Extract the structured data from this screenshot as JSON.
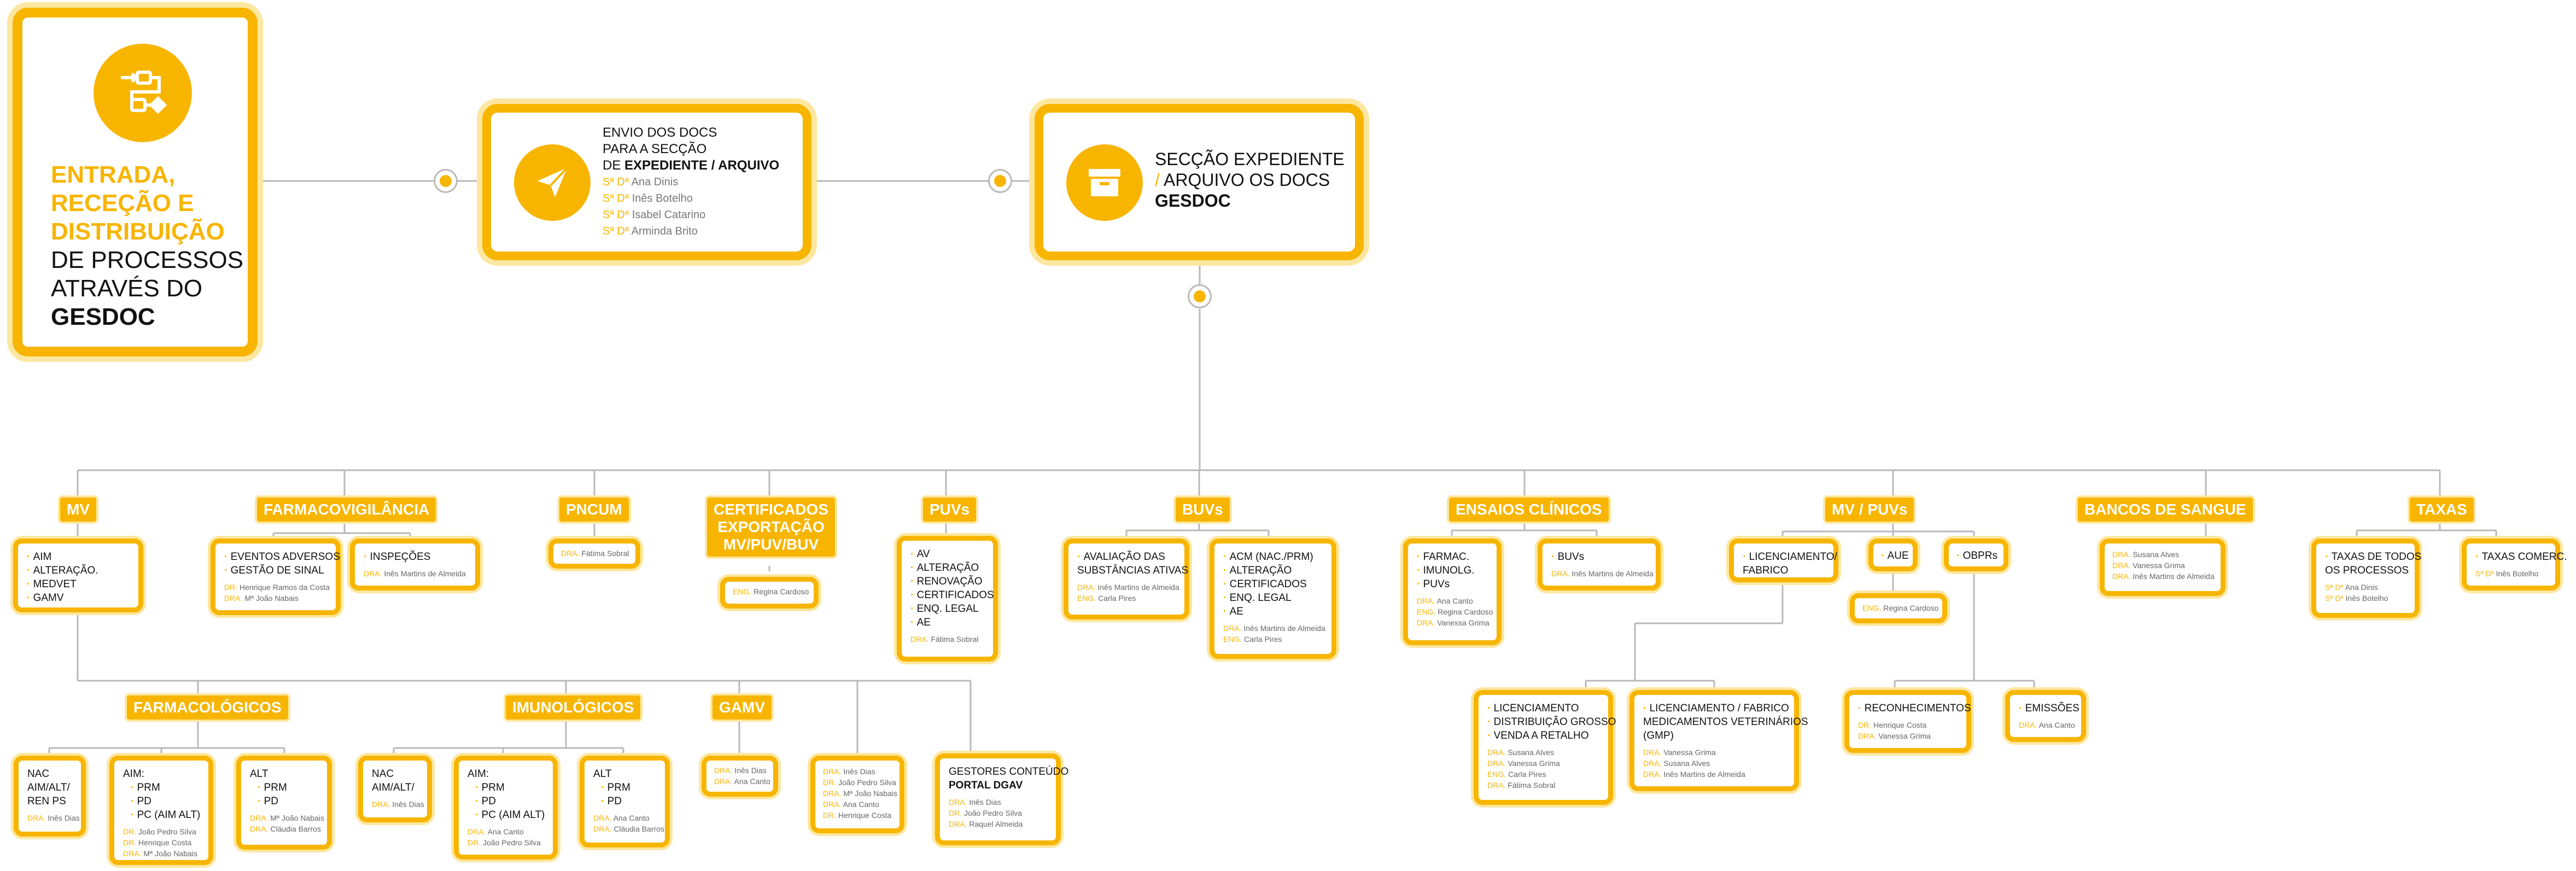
{
  "main_box": {
    "line1": "ENTRADA,",
    "line2": "RECEÇÃO E",
    "line3": "DISTRIBUIÇÃO",
    "line4": "DE PROCESSOS",
    "line5": "ATRAVÉS DO",
    "line6": "GESDOC",
    "icon": "workflow-icon"
  },
  "envio_box": {
    "line1": "ENVIO DOS DOCS",
    "line2": "PARA A SECÇÃO",
    "line3_pre": "DE ",
    "line3_bold": "EXPEDIENTE / ARQUIVO",
    "icon": "send-icon",
    "people": [
      {
        "role": "Sª Dª",
        "name": "Ana Dinis"
      },
      {
        "role": "Sª Dª",
        "name": "Inês Botelho"
      },
      {
        "role": "Sª Dª",
        "name": "Isabel Catarino"
      },
      {
        "role": "Sª Dª",
        "name": "Arminda Brito"
      }
    ]
  },
  "seccao_box": {
    "line1": "SECÇÃO EXPEDIENTE",
    "line2_slash": "/",
    "line2": " ARQUIVO OS DOCS",
    "line3": "GESDOC",
    "icon": "archive-icon"
  },
  "headers": {
    "mv": "MV",
    "farmacovigilancia": "FARMACOVIGILÂNCIA",
    "pncum": "PNCUM",
    "certificados": [
      "CERTIFICADOS",
      "EXPORTAÇÃO",
      "MV/PUV/BUV"
    ],
    "puvs": "PUVs",
    "buvs": "BUVs",
    "ensaios": "ENSAIOS CLÍNICOS",
    "mv_puvs": "MV / PUVs",
    "bancos": "BANCOS DE SANGUE",
    "taxas": "TAXAS",
    "farmacologicos": "FARMACOLÓGICOS",
    "imunologicos": "IMUNOLÓGICOS",
    "gamv": "GAMV"
  },
  "cards": {
    "mv_list": {
      "items": [
        "AIM",
        "ALTERAÇÃO.",
        "MEDVET",
        "GAMV"
      ]
    },
    "farmaco_eventos": {
      "items": [
        "EVENTOS ADVERSOS",
        "GESTÃO DE SINAL"
      ],
      "people": [
        {
          "role": "DR.",
          "name": "Henrique Ramos da Costa"
        },
        {
          "role": "DRA.",
          "name": "Mª João Nabais"
        }
      ]
    },
    "farmaco_inspecoes": {
      "items": [
        "INSPEÇÕES"
      ],
      "people": [
        {
          "role": "DRA.",
          "name": "Inês Martins de Almeida"
        }
      ]
    },
    "pncum": {
      "people": [
        {
          "role": "DRA.",
          "name": "Fátima Sobral"
        }
      ]
    },
    "certificados": {
      "people": [
        {
          "role": "ENG.",
          "name": "Regina Cardoso"
        }
      ]
    },
    "puvs": {
      "items": [
        "AV",
        "ALTERAÇÃO",
        "RENOVAÇÃO",
        "CERTIFICADOS",
        "ENQ. LEGAL",
        "AE"
      ],
      "people": [
        {
          "role": "DRA.",
          "name": "Fátima Sobral"
        }
      ]
    },
    "buvs_avaliacao": {
      "items": [
        "AVALIAÇÃO DAS",
        "SUBSTÂNCIAS ATIVAS"
      ],
      "people": [
        {
          "role": "DRA.",
          "name": "Inês Martins de Almeida"
        },
        {
          "role": "ENG.",
          "name": "Carla Pires"
        }
      ]
    },
    "buvs_acm": {
      "items": [
        "ACM (NAC./PRM)",
        "ALTERAÇÃO",
        "CERTIFICADOS",
        "ENQ. LEGAL",
        "AE"
      ],
      "people": [
        {
          "role": "DRA.",
          "name": "Inês Martins de Almeida"
        },
        {
          "role": "ENG.",
          "name": "Carla Pires"
        }
      ]
    },
    "ensaios_farmac": {
      "items": [
        "FARMAC.",
        "IMUNOLG.",
        "PUVs"
      ],
      "people": [
        {
          "role": "DRA.",
          "name": "Ana Canto"
        },
        {
          "role": "ENG.",
          "name": "Regina Cardoso"
        },
        {
          "role": "DRA.",
          "name": "Vanessa Grima"
        }
      ]
    },
    "ensaios_buvs": {
      "items": [
        "BUVs"
      ],
      "people": [
        {
          "role": "DRA.",
          "name": "Inês Martins de Almeida"
        }
      ]
    },
    "mvpuvs_lic": {
      "items": [
        "LICENCIAMENTO/",
        "FABRICO"
      ]
    },
    "mvpuvs_aue": {
      "items": [
        "AUE"
      ]
    },
    "mvpuvs_obprs": {
      "items": [
        "OBPRs"
      ]
    },
    "aue_person": {
      "people": [
        {
          "role": "ENG.",
          "name": "Regina Cardoso"
        }
      ]
    },
    "bancos": {
      "people": [
        {
          "role": "DRA.",
          "name": "Susana Alves"
        },
        {
          "role": "DRA.",
          "name": "Vanessa Grima"
        },
        {
          "role": "DRA.",
          "name": "Inês Martins de Almeida"
        }
      ]
    },
    "taxas_todos": {
      "items": [
        "TAXAS DE TODOS",
        "OS PROCESSOS"
      ],
      "people": [
        {
          "role": "Sª Dª",
          "name": "Ana Dinis"
        },
        {
          "role": "Sª Dª",
          "name": "Inês Botelho"
        }
      ]
    },
    "taxas_comerc": {
      "items": [
        "TAXAS COMERC."
      ],
      "people": [
        {
          "role": "Sª Dª",
          "name": "Inês Botelho"
        }
      ]
    },
    "lic_grosso": {
      "items": [
        "LICENCIAMENTO",
        "DISTRIBUIÇÃO GROSSO",
        "VENDA A RETALHO"
      ],
      "people": [
        {
          "role": "DRA.",
          "name": "Susana Alves"
        },
        {
          "role": "DRA.",
          "name": "Vanessa Grima"
        },
        {
          "role": "ENG.",
          "name": "Carla Pires"
        },
        {
          "role": "DRA.",
          "name": "Fátima Sobral"
        }
      ]
    },
    "lic_fabrico": {
      "items": [
        "LICENCIAMENTO / FABRICO",
        "MEDICAMENTOS VETERINÁRIOS",
        "(GMP)"
      ],
      "people": [
        {
          "role": "DRA.",
          "name": "Vanessa Grima"
        },
        {
          "role": "DRA.",
          "name": "Susana Alves"
        },
        {
          "role": "DRA.",
          "name": "Inês Martins de Almeida"
        }
      ]
    },
    "reconhecimentos": {
      "items": [
        "RECONHECIMENTOS"
      ],
      "people": [
        {
          "role": "DR.",
          "name": "Henrique Costa"
        },
        {
          "role": "DRA.",
          "name": "Vanessa Grima"
        }
      ]
    },
    "emissoes": {
      "items": [
        "EMISSÕES"
      ],
      "people": [
        {
          "role": "DRA.",
          "name": "Ana Canto"
        }
      ]
    },
    "farm_nac": {
      "items": [
        "NAC",
        "AIM/ALT/",
        "REN PS"
      ],
      "people": [
        {
          "role": "DRA.",
          "name": "Inês Dias"
        }
      ]
    },
    "farm_aim": {
      "items": [
        "AIM:",
        "PRM",
        "PD",
        "PC (AIM ALT)"
      ],
      "people": [
        {
          "role": "DR.",
          "name": "João Pedro Silva"
        },
        {
          "role": "DR.",
          "name": "Henrique Costa"
        },
        {
          "role": "DRA.",
          "name": "Mª João Nabais"
        }
      ]
    },
    "farm_alt": {
      "items": [
        "ALT",
        "PRM",
        "PD"
      ],
      "people": [
        {
          "role": "DRA.",
          "name": "Mª João Nabais"
        },
        {
          "role": "DRA.",
          "name": "Cláudia Barros"
        }
      ]
    },
    "imu_nac": {
      "items": [
        "NAC",
        "AIM/ALT/"
      ],
      "people": [
        {
          "role": "DRA.",
          "name": "Inês Dias"
        }
      ]
    },
    "imu_aim": {
      "items": [
        "AIM:",
        "PRM",
        "PD",
        "PC (AIM ALT)"
      ],
      "people": [
        {
          "role": "DRA.",
          "name": "Ana Canto"
        },
        {
          "role": "DR.",
          "name": "João Pedro Silva"
        }
      ]
    },
    "imu_alt": {
      "items": [
        "ALT",
        "PRM",
        "PD"
      ],
      "people": [
        {
          "role": "DRA.",
          "name": "Ana Canto"
        },
        {
          "role": "DRA.",
          "name": "Cláudia Barros"
        }
      ]
    },
    "gamv": {
      "people": [
        {
          "role": "DRA.",
          "name": "Inês Dias"
        },
        {
          "role": "DRA.",
          "name": "Ana Canto"
        }
      ]
    },
    "mv_team": {
      "people": [
        {
          "role": "DRA.",
          "name": "Inês Dias"
        },
        {
          "role": "DR.",
          "name": "João Pedro Silva"
        },
        {
          "role": "DRA.",
          "name": "Mª João Nabais"
        },
        {
          "role": "DRA.",
          "name": "Ana Canto"
        },
        {
          "role": "DR.",
          "name": "Henrique Costa"
        }
      ]
    },
    "gestores": {
      "items": [
        "GESTORES CONTEÚDO",
        "PORTAL DGAV"
      ],
      "people": [
        {
          "role": "DRA.",
          "name": "Inês Dias"
        },
        {
          "role": "DR.",
          "name": "João Pedro Silva"
        },
        {
          "role": "DRA.",
          "name": "Raquel Almeida"
        }
      ]
    }
  },
  "colors": {
    "accent": "#f7b500",
    "glow": "#fde7a0",
    "line": "#b9b9b9"
  }
}
